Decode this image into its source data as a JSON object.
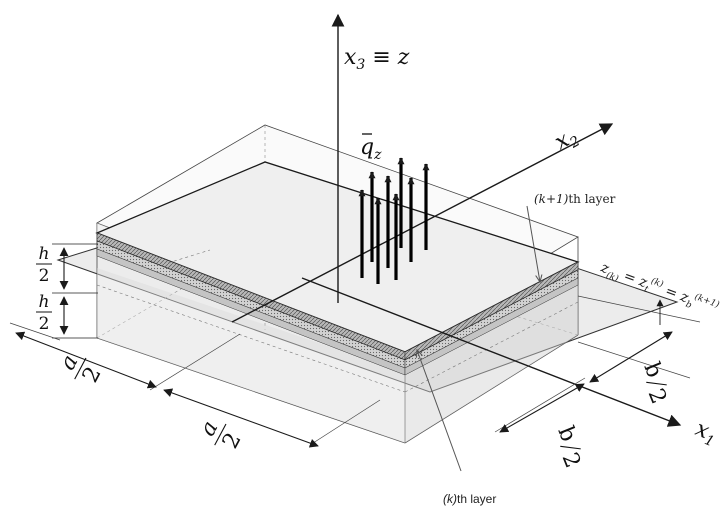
{
  "axes": {
    "x1": {
      "base": "x",
      "sub": "1"
    },
    "x2": {
      "base": "x",
      "sub": "2"
    },
    "x3": {
      "base": "x",
      "sub": "3",
      "rest": " ≡ z"
    }
  },
  "load": {
    "base": "q",
    "sub": "z"
  },
  "layers": {
    "upper": {
      "index": "(k+1)",
      "suffix": "th layer"
    },
    "lower": {
      "index": "(k)",
      "suffix": "th layer"
    }
  },
  "interface": {
    "lhs": "z",
    "lhs_sub": "(k)",
    "eq": " = ",
    "mid": "z",
    "mid_sub": "t",
    "mid_sup": "(k)",
    "eq2": " = ",
    "rhs": "z",
    "rhs_sub": "b",
    "rhs_sup": "(k+1)"
  },
  "dims": {
    "half_thickness": {
      "num": "h",
      "den": "2"
    },
    "half_length": {
      "num": "a",
      "den": "2"
    },
    "half_width": {
      "num": "b",
      "den": "2"
    }
  },
  "colors": {
    "line": "#1a1a1a",
    "thin_line": "#555555",
    "mid_plane": "#e8e8e8",
    "top_face": "#f1f1f1",
    "layer_upper": "#8a8a8a",
    "layer_lower": "#9c9c9c"
  }
}
